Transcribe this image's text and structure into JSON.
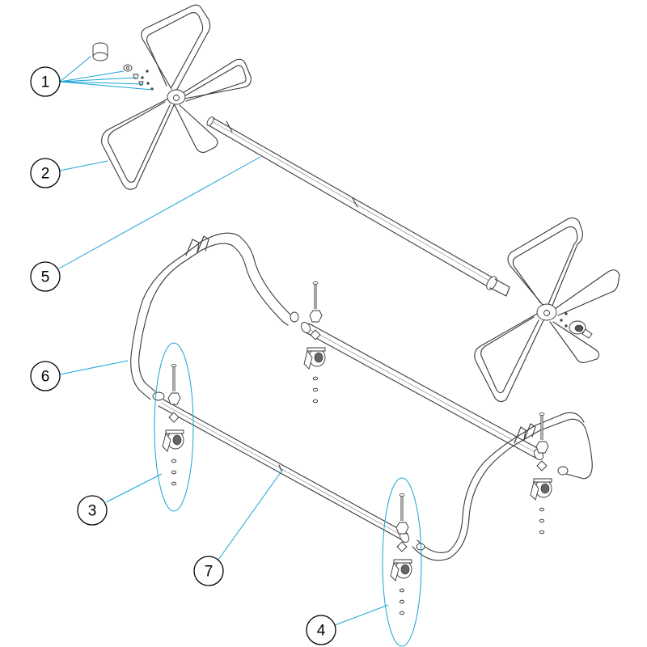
{
  "diagram": {
    "callouts": [
      {
        "id": "1",
        "label": "1"
      },
      {
        "id": "2",
        "label": "2"
      },
      {
        "id": "3",
        "label": "3"
      },
      {
        "id": "4",
        "label": "4"
      },
      {
        "id": "5",
        "label": "5"
      },
      {
        "id": "6",
        "label": "6"
      },
      {
        "id": "7",
        "label": "7"
      }
    ],
    "colors": {
      "leader": "#1aa3d9",
      "outline": "#333333",
      "background": "#ffffff"
    }
  }
}
